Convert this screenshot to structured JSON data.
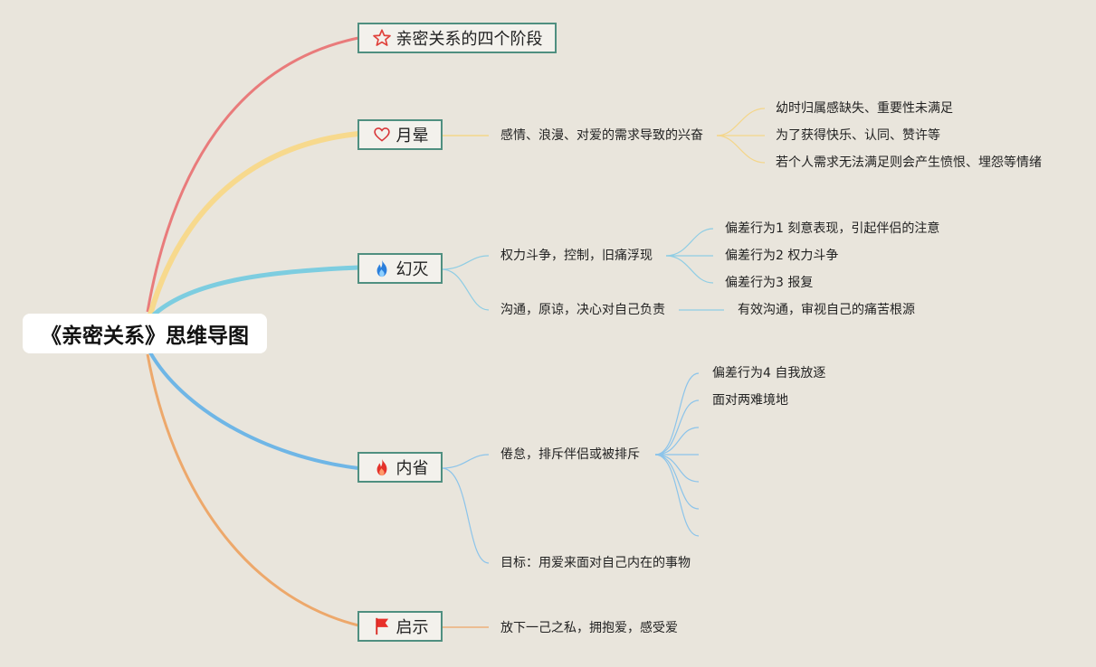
{
  "root": {
    "label": "《亲密关系》思维导图"
  },
  "branches": {
    "b1": {
      "label": "亲密关系的四个阶段",
      "icon": "star-outline-icon",
      "color": "#e97b7b"
    },
    "b2": {
      "label": "月晕",
      "icon": "heart-outline-icon",
      "color": "#f7d98d",
      "child": "感情、浪漫、对爱的需求导致的兴奋",
      "subs": [
        "幼时归属感缺失、重要性未满足",
        "为了获得快乐、认同、赞许等",
        "若个人需求无法满足则会产生愤恨、埋怨等情绪"
      ]
    },
    "b3": {
      "label": "幻灭",
      "icon": "blue-flame-icon",
      "color": "#7dcde0",
      "child1": "权力斗争，控制，旧痛浮现",
      "subs1": [
        "偏差行为1 刻意表现，引起伴侣的注意",
        "偏差行为2 权力斗争",
        "偏差行为3 报复"
      ],
      "child2": "沟通，原谅，决心对自己负责",
      "sub2": "有效沟通，审视自己的痛苦根源"
    },
    "b4": {
      "label": "内省",
      "icon": "red-flame-icon",
      "color": "#6fb6e6",
      "child1": "倦怠，排斥伴侣或被排斥",
      "subs1": [
        "偏差行为4 自我放逐",
        "面对两难境地"
      ],
      "child2": "目标：用爱来面对自己内在的事物"
    },
    "b5": {
      "label": "启示",
      "icon": "red-flag-icon",
      "color": "#eda86b",
      "child": "放下一己之私，拥抱爱，感受爱"
    }
  }
}
